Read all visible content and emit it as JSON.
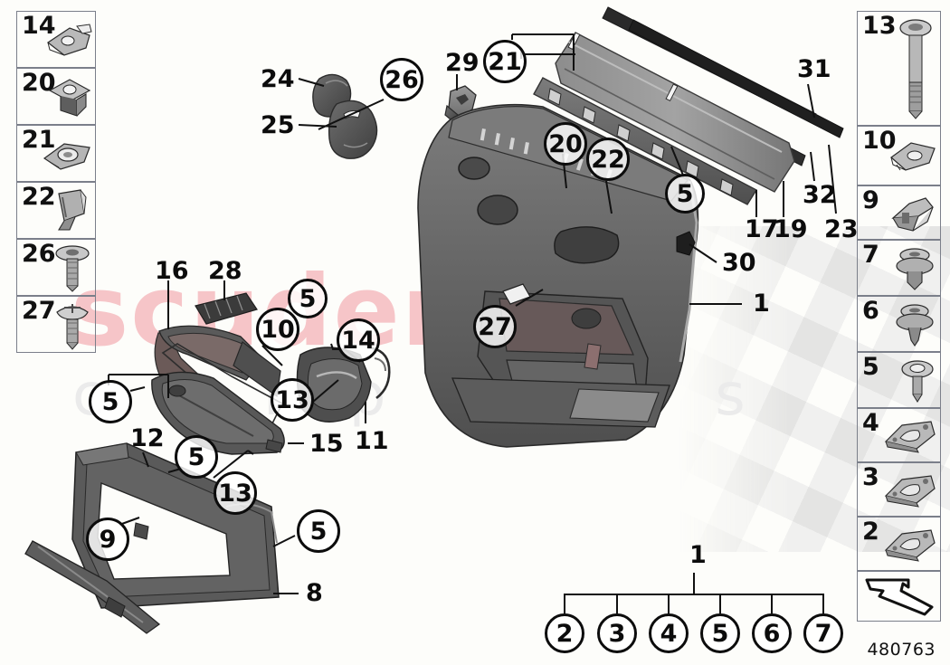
{
  "diagram": {
    "code": "480763",
    "watermark_primary": "scuderia",
    "watermark_secondary": "c a r  p a r t s"
  },
  "left_parts": [
    {
      "num": "14",
      "icon": "u-clip-nut-icon"
    },
    {
      "num": "20",
      "icon": "square-grommet-nut-icon"
    },
    {
      "num": "21",
      "icon": "oval-clip-nut-icon"
    },
    {
      "num": "22",
      "icon": "spring-clip-icon"
    },
    {
      "num": "26",
      "icon": "flanged-screw-icon"
    },
    {
      "num": "27",
      "icon": "pan-head-screw-icon"
    }
  ],
  "right_parts": [
    {
      "num": "13",
      "icon": "long-bolt-icon"
    },
    {
      "num": "10",
      "icon": "sheet-metal-nut-icon"
    },
    {
      "num": "9",
      "icon": "bracket-clip-icon"
    },
    {
      "num": "7",
      "icon": "expanding-rivet-icon"
    },
    {
      "num": "6",
      "icon": "expanding-rivet-icon"
    },
    {
      "num": "5",
      "icon": "tapping-screw-icon"
    },
    {
      "num": "4",
      "icon": "mounting-plate-icon"
    },
    {
      "num": "3",
      "icon": "mounting-plate-icon"
    },
    {
      "num": "2",
      "icon": "mounting-plate-icon"
    },
    {
      "num": "",
      "icon": "direction-arrow-icon"
    }
  ],
  "callouts_plain": [
    {
      "id": "c24",
      "text": "24"
    },
    {
      "id": "c25",
      "text": "25"
    },
    {
      "id": "c29",
      "text": "29"
    },
    {
      "id": "c31",
      "text": "31"
    },
    {
      "id": "c32",
      "text": "32"
    },
    {
      "id": "c17",
      "text": "17"
    },
    {
      "id": "c19",
      "text": "19"
    },
    {
      "id": "c23",
      "text": "23"
    },
    {
      "id": "c30",
      "text": "30"
    },
    {
      "id": "c1",
      "text": "1"
    },
    {
      "id": "c16",
      "text": "16"
    },
    {
      "id": "c28",
      "text": "28"
    },
    {
      "id": "c15",
      "text": "15"
    },
    {
      "id": "c11",
      "text": "11"
    },
    {
      "id": "c12",
      "text": "12"
    },
    {
      "id": "c8",
      "text": "8"
    }
  ],
  "callouts_circled": [
    {
      "id": "r26",
      "text": "26"
    },
    {
      "id": "r21",
      "text": "21"
    },
    {
      "id": "r20",
      "text": "20"
    },
    {
      "id": "r22",
      "text": "22"
    },
    {
      "id": "r5top",
      "text": "5"
    },
    {
      "id": "r27",
      "text": "27"
    },
    {
      "id": "r5a",
      "text": "5"
    },
    {
      "id": "r10",
      "text": "10"
    },
    {
      "id": "r14",
      "text": "14"
    },
    {
      "id": "r13a",
      "text": "13"
    },
    {
      "id": "r5b",
      "text": "5"
    },
    {
      "id": "r5c",
      "text": "5"
    },
    {
      "id": "r13b",
      "text": "13"
    },
    {
      "id": "r9",
      "text": "9"
    },
    {
      "id": "r5d",
      "text": "5"
    }
  ],
  "legend": {
    "root": "1",
    "children": [
      {
        "label": "2"
      },
      {
        "label": "3"
      },
      {
        "label": "4"
      },
      {
        "label": "5"
      },
      {
        "label": "6"
      },
      {
        "label": "7"
      }
    ]
  }
}
